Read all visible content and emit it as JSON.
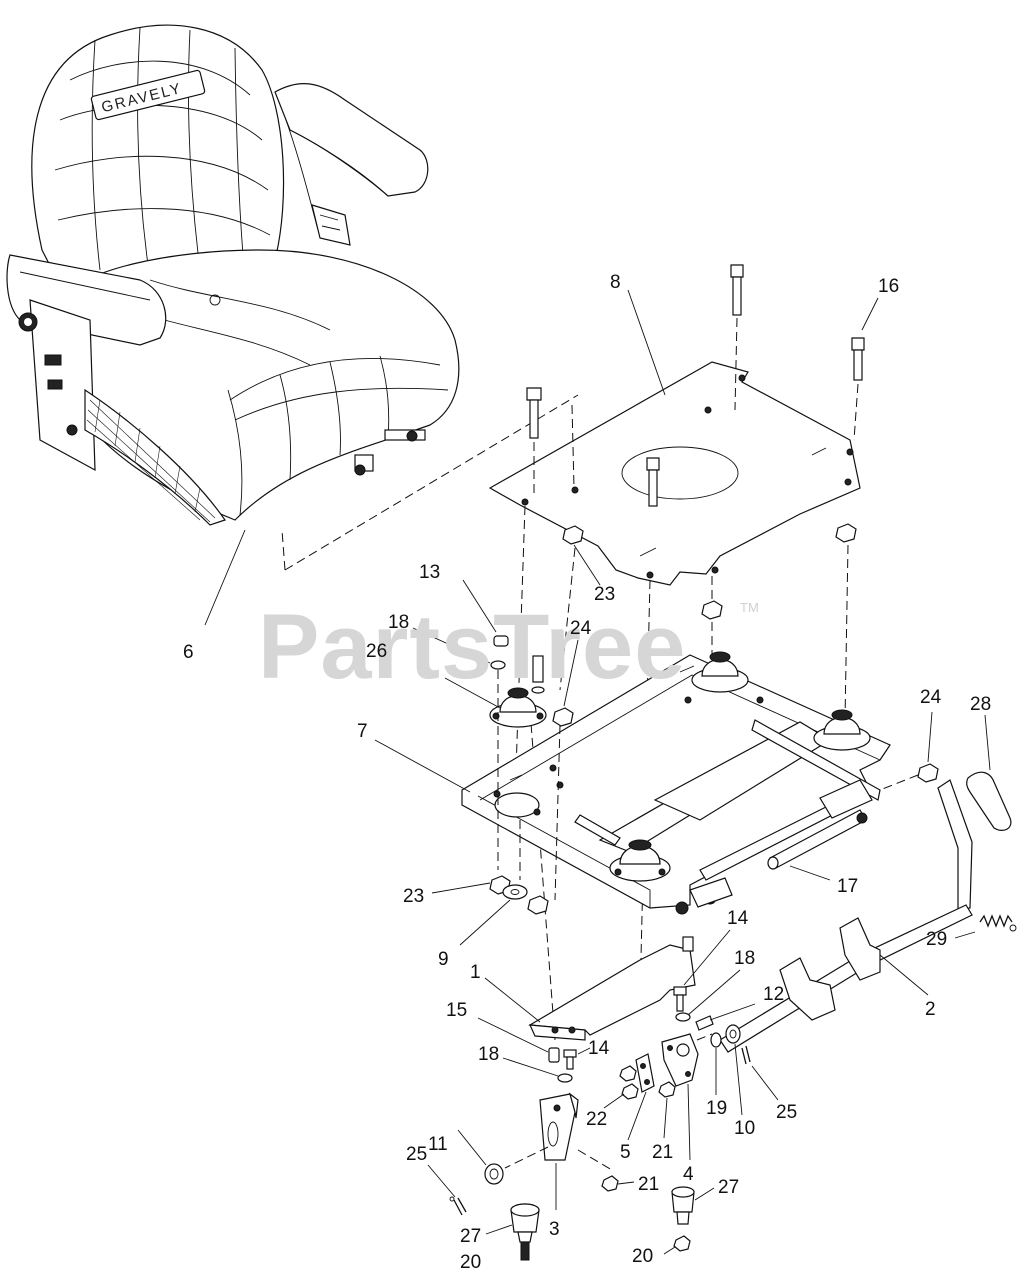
{
  "watermark": {
    "text": "PartsTree",
    "trademark": "TM"
  },
  "seat_logo": "GRAVELY",
  "callouts": [
    {
      "id": "c1",
      "num": "1"
    },
    {
      "id": "c2",
      "num": "2"
    },
    {
      "id": "c3",
      "num": "3"
    },
    {
      "id": "c4",
      "num": "4"
    },
    {
      "id": "c5",
      "num": "5"
    },
    {
      "id": "c6",
      "num": "6"
    },
    {
      "id": "c7",
      "num": "7"
    },
    {
      "id": "c8",
      "num": "8"
    },
    {
      "id": "c9",
      "num": "9"
    },
    {
      "id": "c10",
      "num": "10"
    },
    {
      "id": "c11",
      "num": "11"
    },
    {
      "id": "c12",
      "num": "12"
    },
    {
      "id": "c13",
      "num": "13"
    },
    {
      "id": "c14a",
      "num": "14"
    },
    {
      "id": "c14b",
      "num": "14"
    },
    {
      "id": "c15",
      "num": "15"
    },
    {
      "id": "c16",
      "num": "16"
    },
    {
      "id": "c17",
      "num": "17"
    },
    {
      "id": "c18a",
      "num": "18"
    },
    {
      "id": "c18b",
      "num": "18"
    },
    {
      "id": "c18c",
      "num": "18"
    },
    {
      "id": "c19",
      "num": "19"
    },
    {
      "id": "c20a",
      "num": "20"
    },
    {
      "id": "c20b",
      "num": "20"
    },
    {
      "id": "c21a",
      "num": "21"
    },
    {
      "id": "c21b",
      "num": "21"
    },
    {
      "id": "c22",
      "num": "22"
    },
    {
      "id": "c23a",
      "num": "23"
    },
    {
      "id": "c23b",
      "num": "23"
    },
    {
      "id": "c24a",
      "num": "24"
    },
    {
      "id": "c24b",
      "num": "24"
    },
    {
      "id": "c25a",
      "num": "25"
    },
    {
      "id": "c25b",
      "num": "25"
    },
    {
      "id": "c26",
      "num": "26"
    },
    {
      "id": "c27a",
      "num": "27"
    },
    {
      "id": "c27b",
      "num": "27"
    },
    {
      "id": "c28",
      "num": "28"
    },
    {
      "id": "c29",
      "num": "29"
    }
  ]
}
